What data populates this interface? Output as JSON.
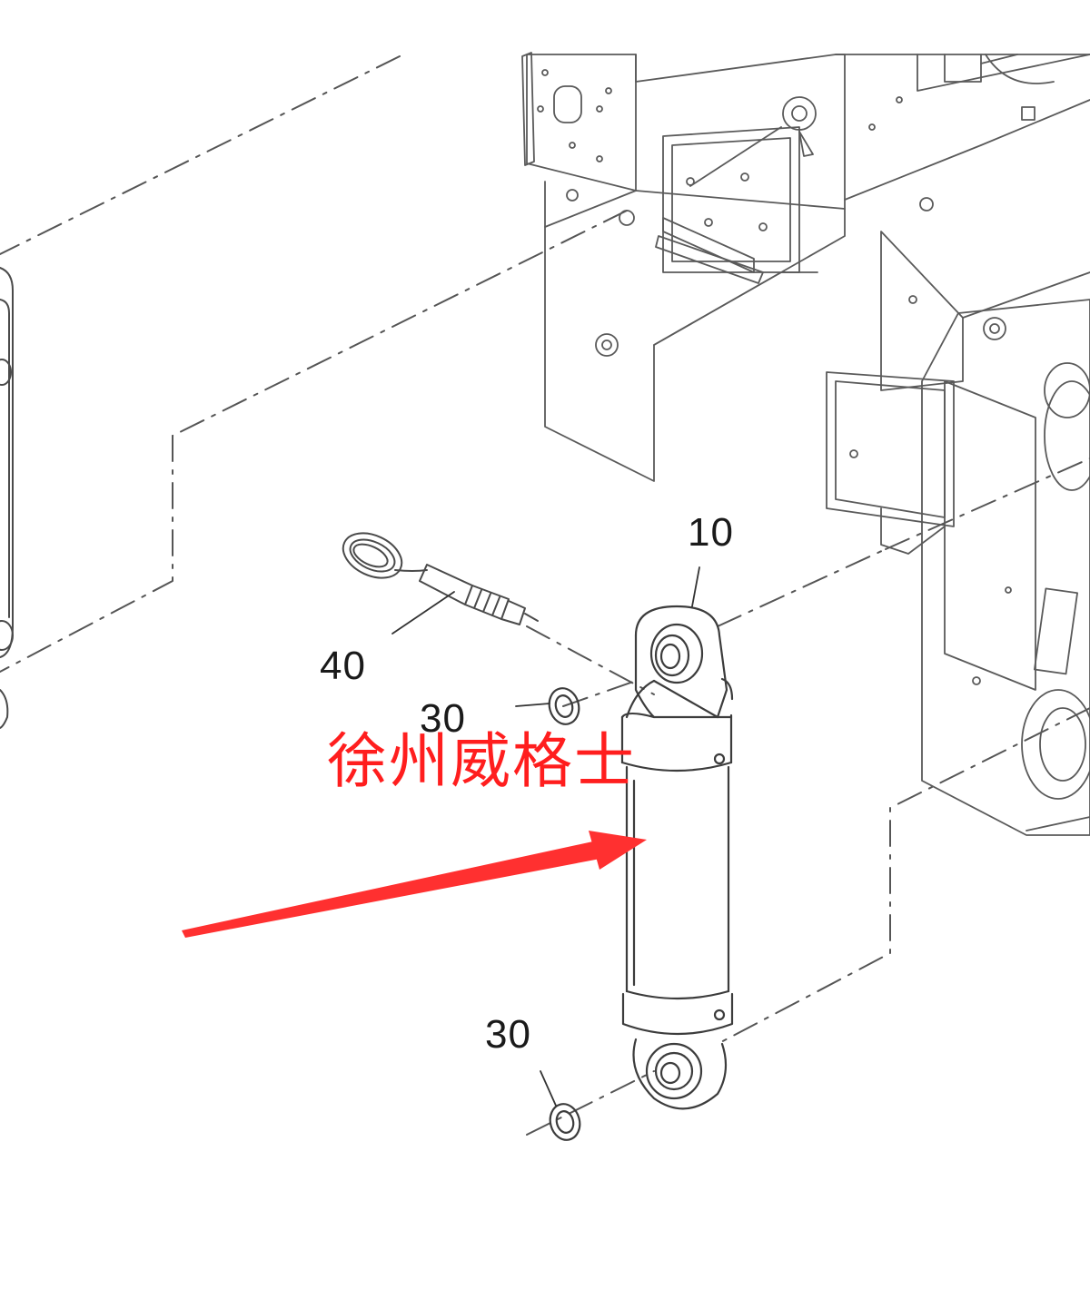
{
  "callouts": {
    "cylinder": "10",
    "sensor_cable": "40",
    "upper_ring": "30",
    "lower_ring": "30"
  },
  "watermark": {
    "text": "徐州威格士",
    "color": "#ff1e1e"
  },
  "arrow": {
    "color": "#ff3030"
  }
}
